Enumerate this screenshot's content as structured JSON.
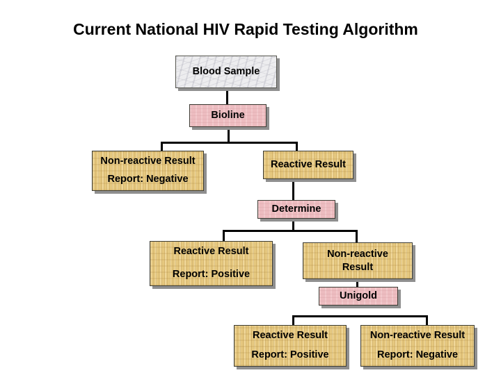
{
  "slide": {
    "title": "Current National HIV Rapid Testing Algorithm"
  },
  "nodes": {
    "blood_sample": {
      "label": "Blood Sample"
    },
    "bioline": {
      "label": "Bioline"
    },
    "nonreactive_bioline": {
      "line1": "Non-reactive Result",
      "line2": "Report: Negative"
    },
    "reactive_bioline": {
      "label": "Reactive Result"
    },
    "determine": {
      "label": "Determine"
    },
    "reactive_determine": {
      "line1": "Reactive Result",
      "line2": "Report: Positive"
    },
    "nonreactive_determine": {
      "line1": "Non-reactive",
      "line2": "Result"
    },
    "unigold": {
      "label": "Unigold"
    },
    "reactive_unigold": {
      "line1": "Reactive Result",
      "line2": "Report: Positive"
    },
    "nonreactive_unigold": {
      "line1": "Non-reactive Result",
      "line2": "Report: Negative"
    }
  },
  "colors": {
    "result_box_fill": "#e6c87f",
    "test_box_fill": "#edbcc0",
    "sample_box_fill": "#ededef",
    "box_border": "#3c3c34",
    "box_shadow": "#8f8f8f",
    "connector": "#000000",
    "title_text": "#000000",
    "background": "#ffffff"
  }
}
